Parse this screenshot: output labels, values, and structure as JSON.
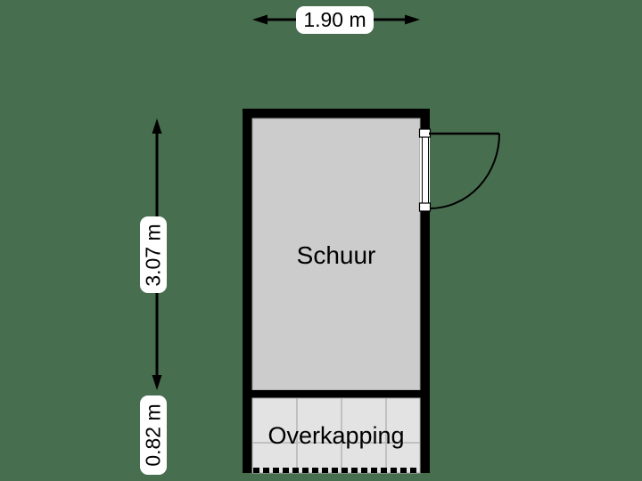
{
  "colors": {
    "background": "#476e4f",
    "wall": "#000000",
    "room_fill": "#cccccc",
    "room_border": "#9a9a9a",
    "overkapping_fill": "#e3e3e3",
    "overkapping_border": "#ababab",
    "grid_line": "#b5b5b5",
    "label_box": "#ffffff",
    "text": "#000000"
  },
  "dimensions": {
    "width": "1.90 m",
    "height": "3.07 m",
    "overkapping_height": "0.82 m"
  },
  "rooms": [
    {
      "label": "Schuur"
    },
    {
      "label": "Overkapping"
    }
  ]
}
